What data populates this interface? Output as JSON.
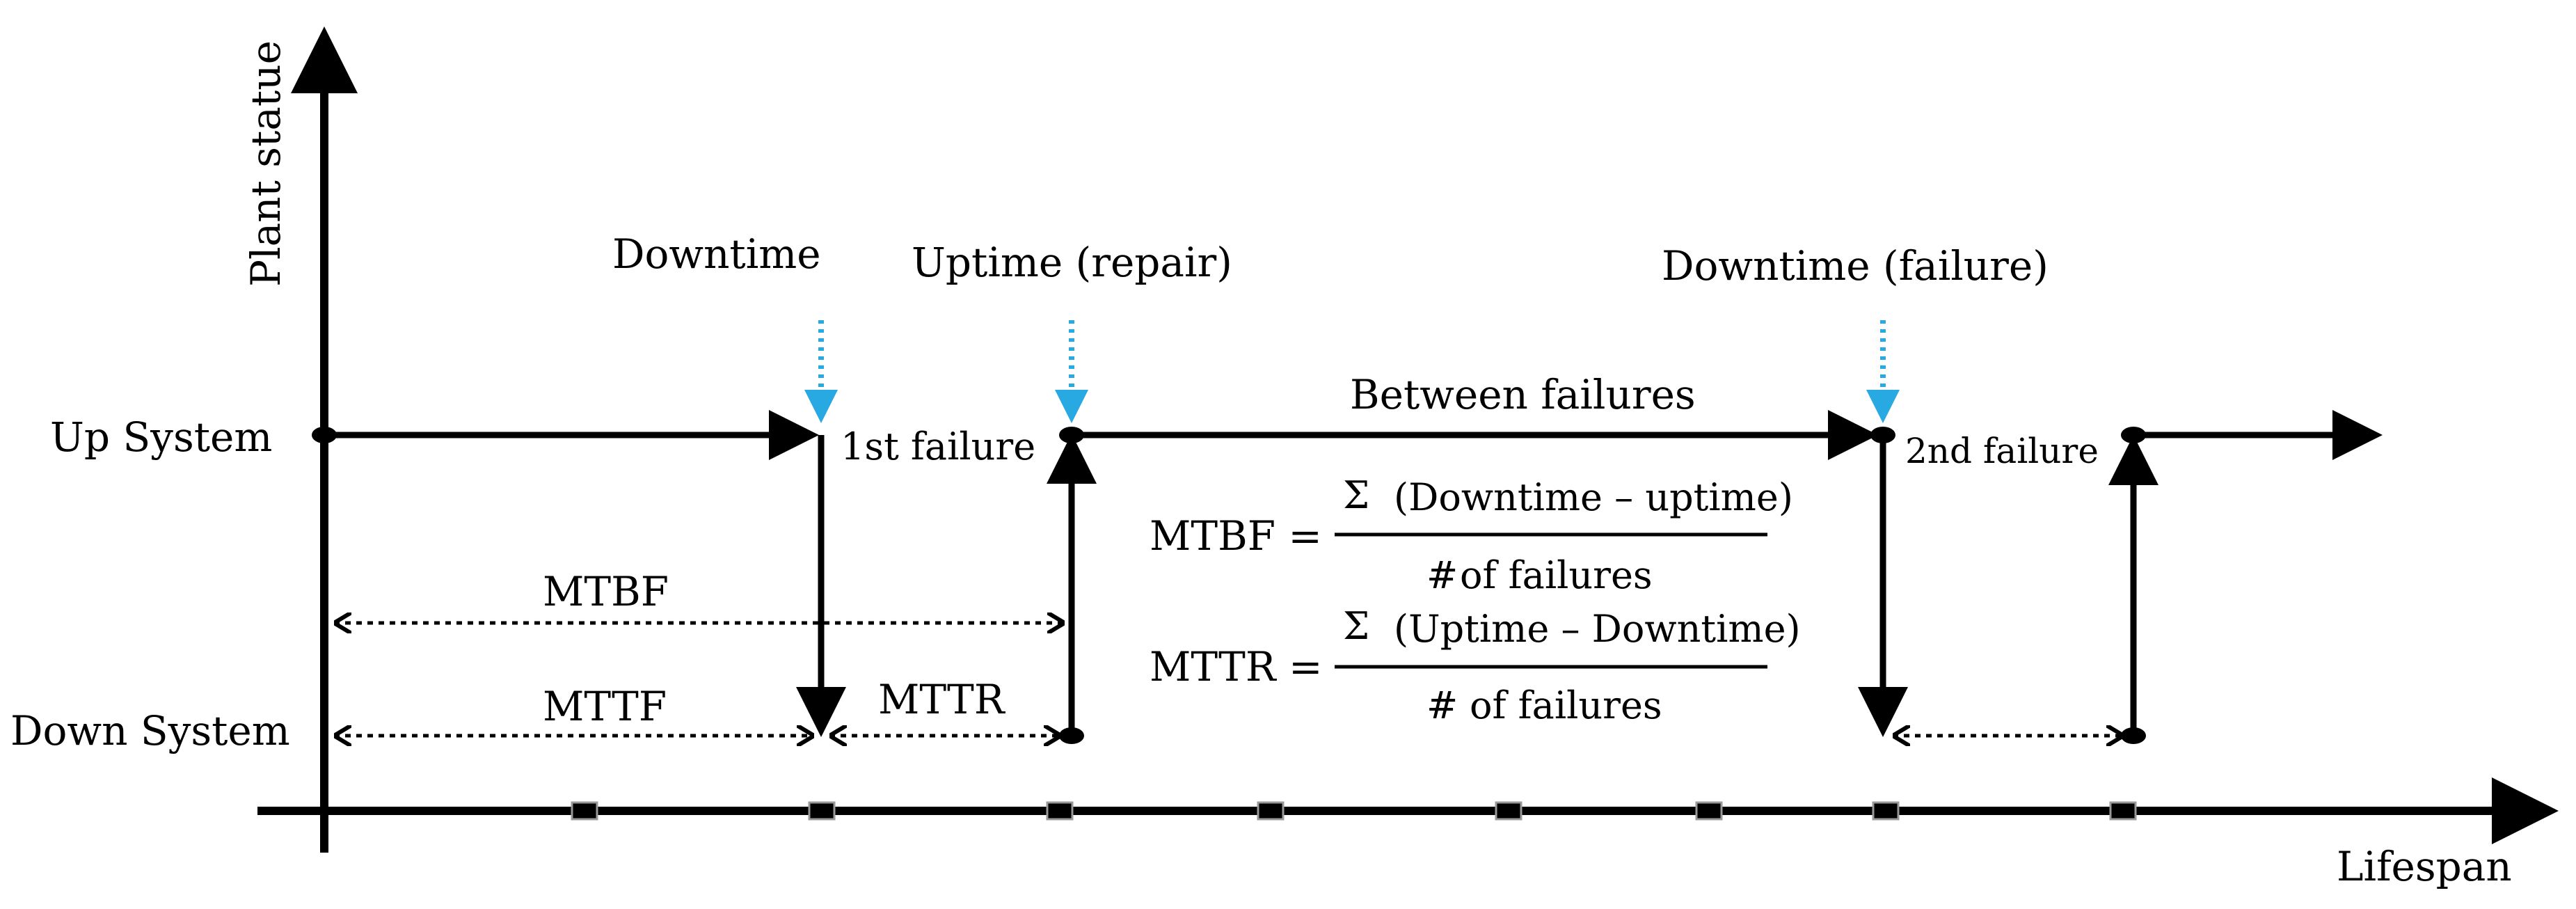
{
  "axes": {
    "y_label": "Plant statue",
    "x_label": "Lifespan"
  },
  "states": {
    "up": "Up System",
    "down": "Down System"
  },
  "events": {
    "downtime": "Downtime",
    "uptime_repair": "Uptime (repair)",
    "downtime_failure": "Downtime (failure)",
    "first_failure": "1st failure",
    "second_failure": "2nd failure",
    "between_failures": "Between failures"
  },
  "intervals": {
    "mtbf": "MTBF",
    "mttf": "MTTF",
    "mttr": "MTTR"
  },
  "formulas": {
    "mtbf": {
      "lhs": "MTBF =",
      "sigma": "Σ",
      "numerator": "(Downtime – uptime)",
      "hash": "#",
      "denominator": "of failures"
    },
    "mttr": {
      "lhs": "MTTR =",
      "sigma": "Σ",
      "numerator": "(Uptime – Downtime)",
      "hash": "#",
      "denominator": "of failures"
    }
  },
  "colors": {
    "line": "#000000",
    "event_arrow": "#29a9e1"
  }
}
